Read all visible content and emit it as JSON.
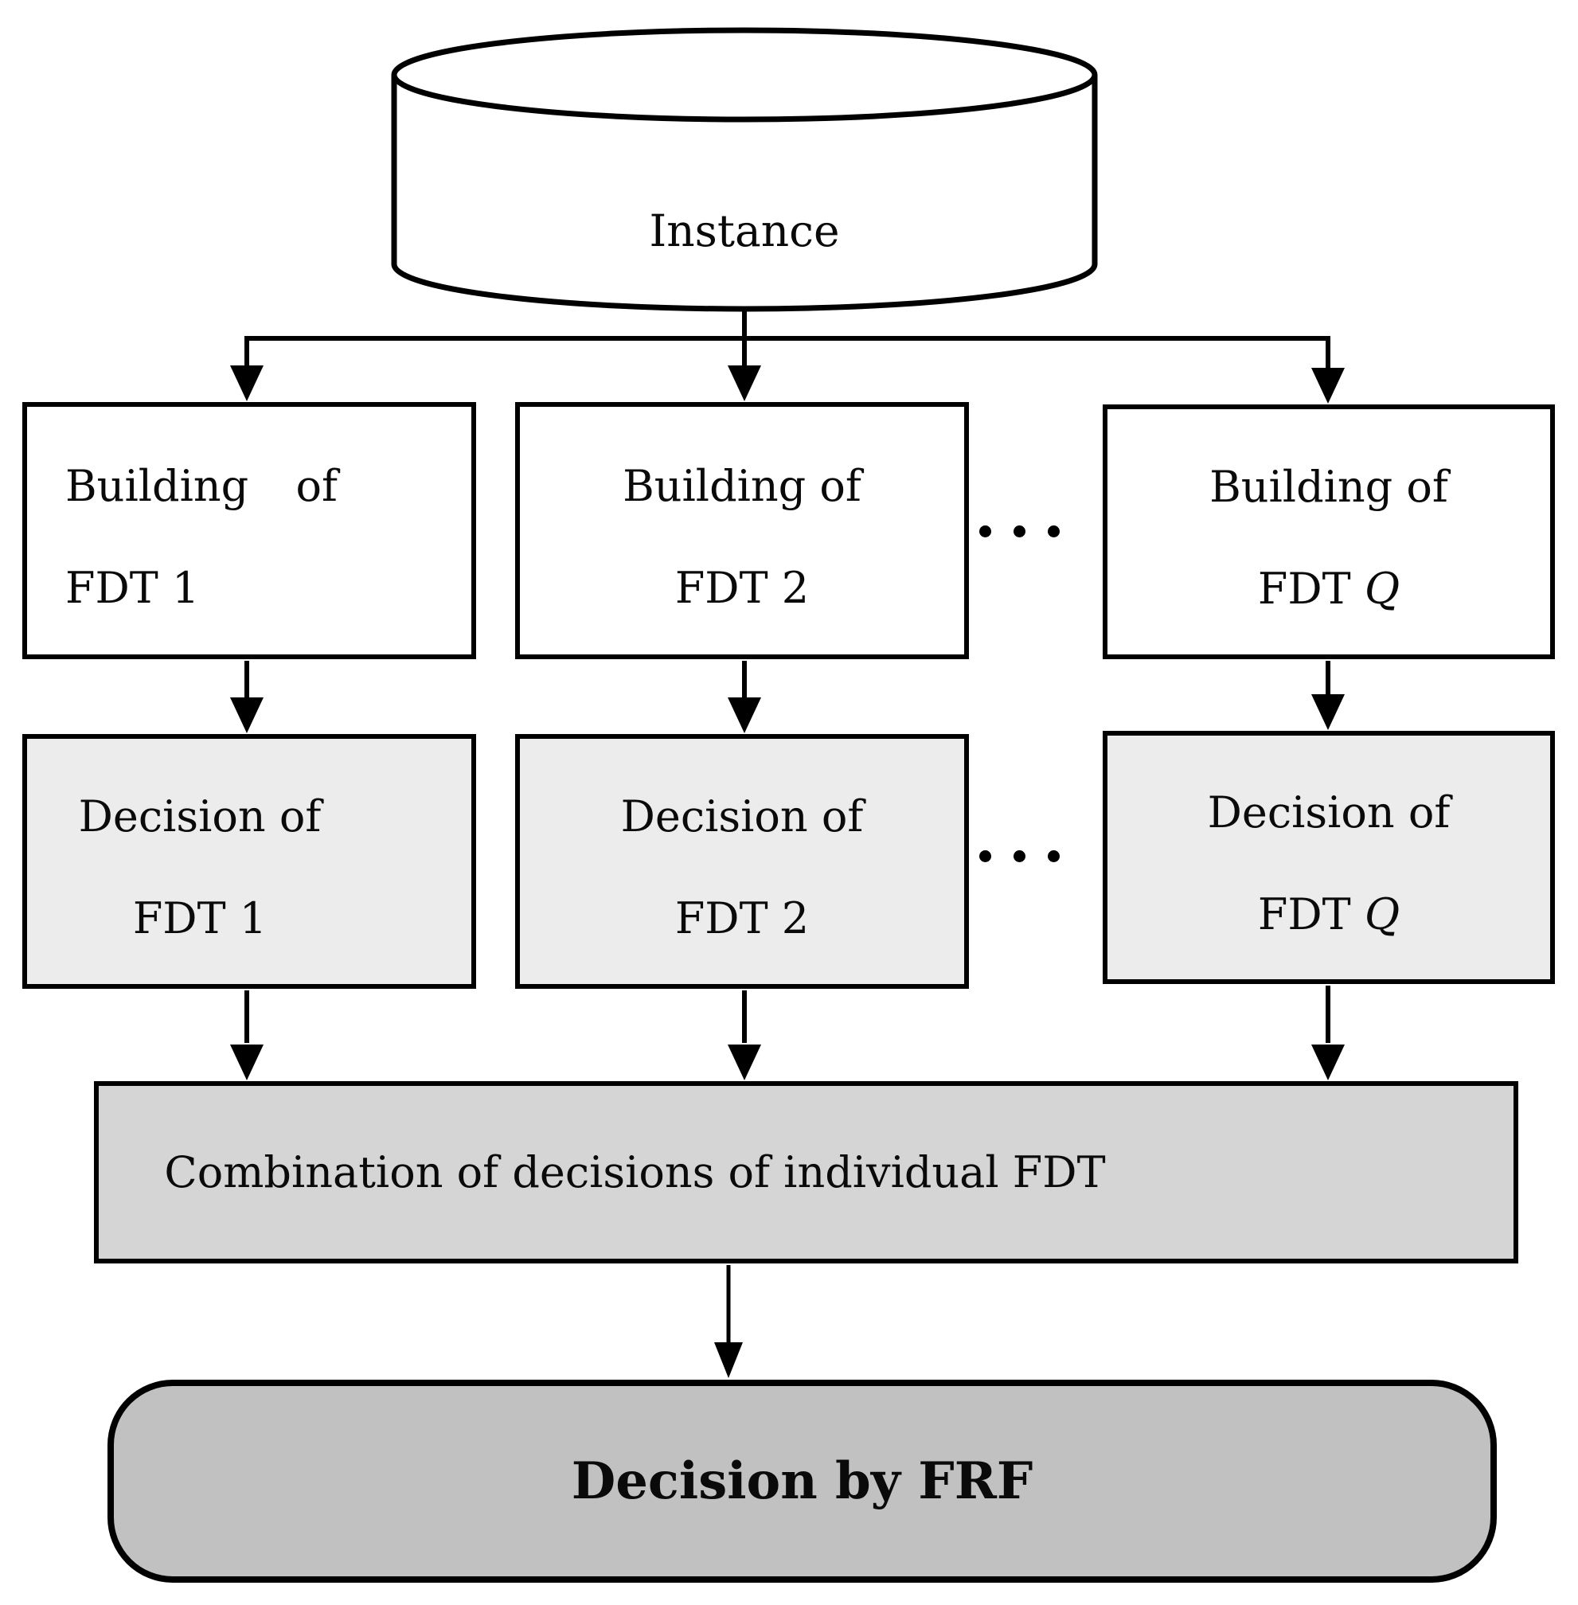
{
  "figure": {
    "instance_label": "Instance",
    "building1": {
      "word1": "Building",
      "word2": "of",
      "line2": "FDT 1"
    },
    "building2": {
      "line1": "Building of",
      "line2": "FDT 2"
    },
    "buildingQ": {
      "line1": "Building of",
      "line2_prefix": "FDT",
      "line2_var": "Q"
    },
    "decision1": {
      "line1": "Decision of",
      "line2": "FDT 1"
    },
    "decision2": {
      "line1": "Decision of",
      "line2": "FDT 2"
    },
    "decisionQ": {
      "line1": "Decision of",
      "line2_prefix": "FDT",
      "line2_var": "Q"
    },
    "combination_label": "Combination of decisions of individual FDT",
    "final_label": "Decision by FRF"
  },
  "colors": {
    "outline": "#000000",
    "building_fill": "#ffffff",
    "decision_fill": "#ececec",
    "combination_fill": "#d5d5d5",
    "final_fill": "#c1c1c1",
    "text": "#0a0a0a"
  }
}
